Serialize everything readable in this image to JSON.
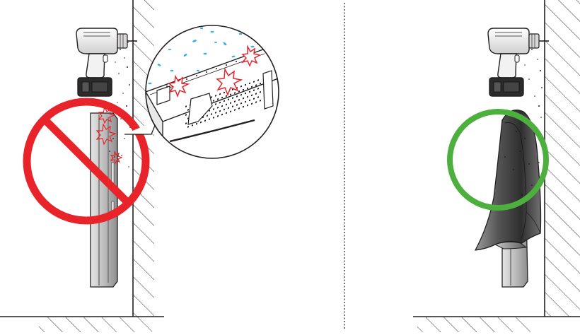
{
  "colors": {
    "line": "#231f20",
    "prohibit": "#e8232a",
    "ok": "#4daf3e",
    "dust": "#3ab0e2",
    "spark": "#e8232a",
    "cloth": "#6f6f6f"
  },
  "panels": [
    {
      "id": "wrong",
      "verdict": "prohibited",
      "symbol": "no-sign"
    },
    {
      "id": "right",
      "verdict": "correct",
      "symbol": "ok-circle"
    }
  ]
}
